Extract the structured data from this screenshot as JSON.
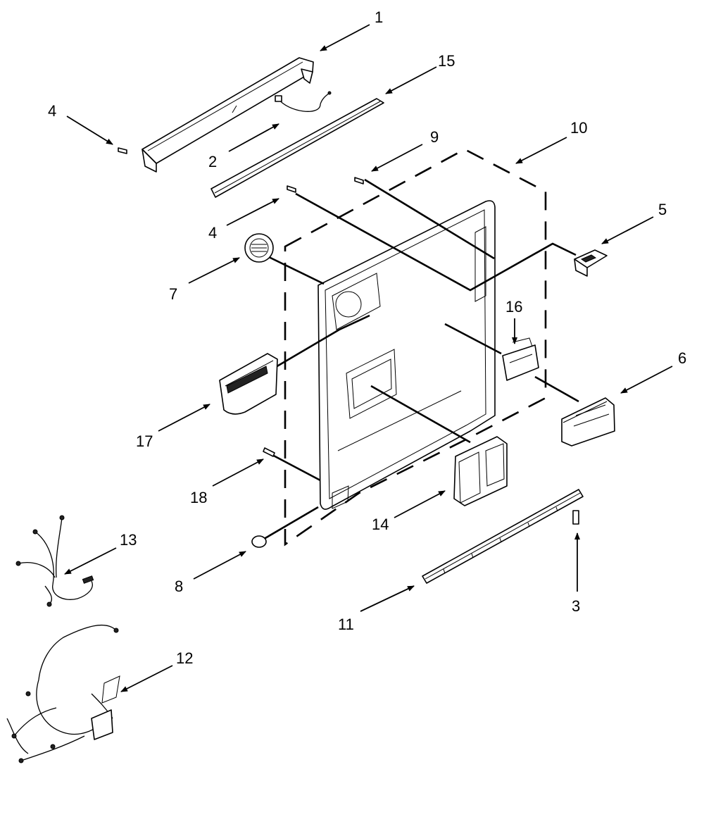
{
  "callouts": [
    {
      "id": "c1",
      "text": "1"
    },
    {
      "id": "c15",
      "text": "15"
    },
    {
      "id": "c4a",
      "text": "4"
    },
    {
      "id": "c2",
      "text": "2"
    },
    {
      "id": "c9",
      "text": "9"
    },
    {
      "id": "c10",
      "text": "10"
    },
    {
      "id": "c4b",
      "text": "4"
    },
    {
      "id": "c5",
      "text": "5"
    },
    {
      "id": "c7",
      "text": "7"
    },
    {
      "id": "c16",
      "text": "16"
    },
    {
      "id": "c6",
      "text": "6"
    },
    {
      "id": "c17",
      "text": "17"
    },
    {
      "id": "c18",
      "text": "18"
    },
    {
      "id": "c14",
      "text": "14"
    },
    {
      "id": "c13",
      "text": "13"
    },
    {
      "id": "c8",
      "text": "8"
    },
    {
      "id": "c3",
      "text": "3"
    },
    {
      "id": "c11",
      "text": "11"
    },
    {
      "id": "c12",
      "text": "12"
    }
  ]
}
